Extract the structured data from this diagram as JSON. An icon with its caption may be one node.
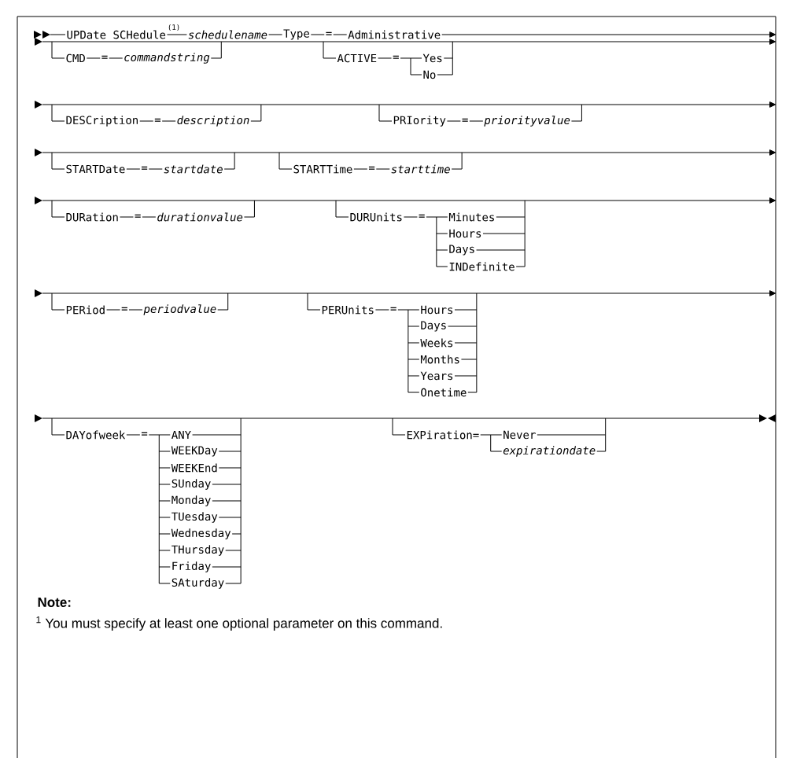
{
  "diagram": {
    "labels": [
      "UPDate SCHedule",
      "(1)",
      "schedulename",
      "Type",
      "=",
      "Administrative",
      "CMD",
      "=",
      "commandstring",
      "ACTIVE",
      "=",
      "Yes",
      "No",
      "DESCription",
      "=",
      "description",
      "PRIority",
      "=",
      "priorityvalue",
      "STARTDate",
      "=",
      "startdate",
      "STARTTime",
      "=",
      "starttime",
      "DURation",
      "=",
      "durationvalue",
      "DURUnits",
      "=",
      "Minutes",
      "Hours",
      "Days",
      "INDefinite",
      "PERiod",
      "=",
      "periodvalue",
      "PERUnits",
      "=",
      "Hours",
      "Days",
      "Weeks",
      "Months",
      "Years",
      "Onetime",
      "DAYofweek",
      "=",
      "ANY",
      "WEEKDay",
      "WEEKEnd",
      "SUnday",
      "Monday",
      "TUesday",
      "Wednesday",
      "THursday",
      "Friday",
      "SAturday",
      "EXPiration=",
      "Never",
      "expirationdate",
      "Note:",
      "$^{1}$ You must specify at least one optional parameter on this command."
    ]
  }
}
